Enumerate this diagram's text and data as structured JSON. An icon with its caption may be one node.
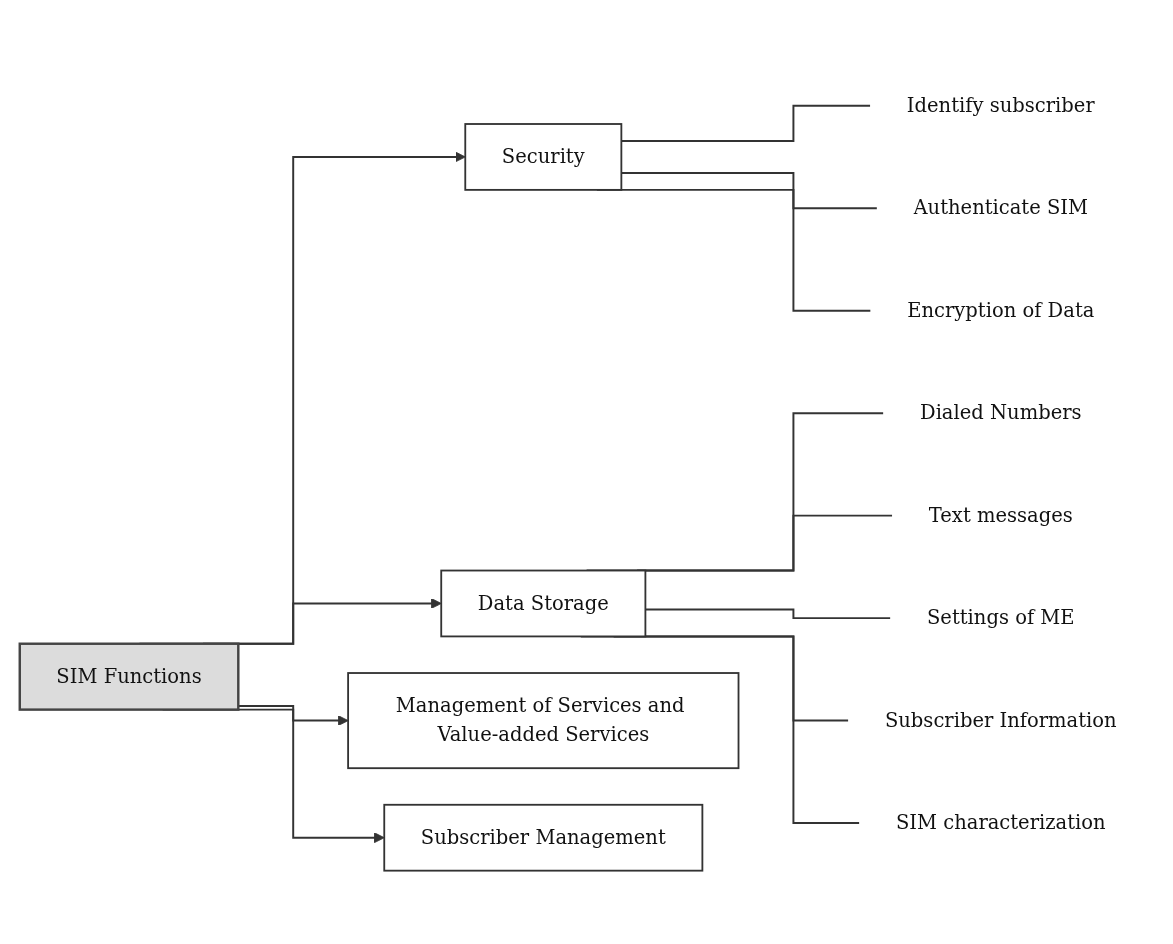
{
  "diagram": {
    "nodes": [
      {
        "text": [
          "SIM Functions"
        ]
      },
      {
        "text": [
          "Security"
        ]
      },
      {
        "text": [
          "Identify subscriber"
        ]
      },
      {
        "text": [
          "Authenticate SIM"
        ]
      },
      {
        "text": [
          "Encryption of Data"
        ]
      },
      {
        "text": [
          "Data Storage"
        ]
      },
      {
        "text": [
          "Dialed Numbers"
        ]
      },
      {
        "text": [
          "Text messages"
        ]
      },
      {
        "text": [
          "Settings of ME"
        ]
      },
      {
        "text": [
          "Subscriber Information"
        ]
      },
      {
        "text": [
          "SIM characterization"
        ]
      },
      {
        "text": [
          "Management of Services and Value-added Services"
        ]
      },
      {
        "text": [
          "Subscriber Management"
        ]
      }
    ],
    "edges": [
      {
        "from": 0,
        "to": 1,
        "arrow": "to"
      },
      {
        "from": 1,
        "to": 2,
        "arrow": "none"
      },
      {
        "from": 1,
        "to": 3,
        "arrow": "none"
      },
      {
        "from": 1,
        "to": 4,
        "arrow": "none"
      },
      {
        "from": 0,
        "to": 5,
        "arrow": "to"
      },
      {
        "from": 5,
        "to": 6,
        "arrow": "none"
      },
      {
        "from": 5,
        "to": 7,
        "arrow": "none"
      },
      {
        "from": 5,
        "to": 8,
        "arrow": "none"
      },
      {
        "from": 5,
        "to": 9,
        "arrow": "none"
      },
      {
        "from": 5,
        "to": 10,
        "arrow": "none"
      },
      {
        "from": 0,
        "to": 11,
        "arrow": "to"
      },
      {
        "from": 0,
        "to": 12,
        "arrow": "to"
      }
    ]
  }
}
